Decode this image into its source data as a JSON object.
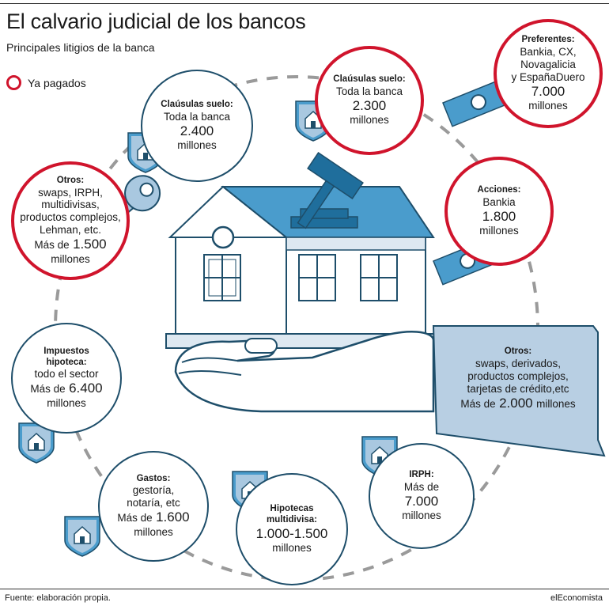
{
  "header": {
    "title": "El calvario judicial de los bancos",
    "subtitle": "Principales litigios de la banca"
  },
  "legend": {
    "paid_label": "Ya pagados"
  },
  "colors": {
    "paid_ring": "#d0142c",
    "outline": "#1e4e6a",
    "accent_blue": "#4a9ccc",
    "panel_fill": "#b8cfe3"
  },
  "litigios": {
    "clausulas_1": {
      "head": "Claúsulas suelo:",
      "desc": "Toda la banca",
      "amount": "2.400",
      "unit": "millones"
    },
    "clausulas_2": {
      "head": "Claúsulas suelo:",
      "desc": "Toda la banca",
      "amount": "2.300",
      "unit": "millones"
    },
    "preferentes": {
      "head": "Preferentes:",
      "desc": [
        "Bankia, CX,",
        "Novagalicia",
        "y EspañaDuero"
      ],
      "amount": "7.000",
      "unit": "millones"
    },
    "otros_1": {
      "head": "Otros:",
      "desc": [
        "swaps, IRPH,",
        "multidivisas,",
        "productos complejos,",
        "Lehman, etc."
      ],
      "prefix": "Más de",
      "amount": "1.500",
      "unit": "millones"
    },
    "acciones": {
      "head": "Acciones:",
      "desc": "Bankia",
      "amount": "1.800",
      "unit": "millones"
    },
    "impuestos": {
      "head": [
        "Impuestos",
        "hipoteca:"
      ],
      "desc": "todo el sector",
      "prefix": "Más de",
      "amount": "6.400",
      "unit": "millones"
    },
    "otros_2": {
      "head": "Otros:",
      "desc": [
        "swaps, derivados,",
        "productos complejos,",
        "tarjetas de crédito,etc"
      ],
      "prefix": "Más de",
      "amount": "2.000",
      "unit": "millones"
    },
    "irph": {
      "head": "IRPH:",
      "prefix": "Más de",
      "amount": "7.000",
      "unit": "millones"
    },
    "gastos": {
      "head": "Gastos:",
      "desc": [
        "gestoría,",
        "notaría, etc"
      ],
      "prefix": "Más de",
      "amount": "1.600",
      "unit": "millones"
    },
    "multidivisa": {
      "head": [
        "Hipotecas",
        "multidivisa:"
      ],
      "amount": "1.000-1.500",
      "unit": "millones"
    }
  },
  "icons": [
    "house-shield-icon",
    "banknote-icon",
    "key-icon",
    "gavel-icon",
    "hand-icon",
    "house-illustration"
  ],
  "footer": {
    "source": "Fuente: elaboración propia.",
    "brand": "elEconomista"
  }
}
